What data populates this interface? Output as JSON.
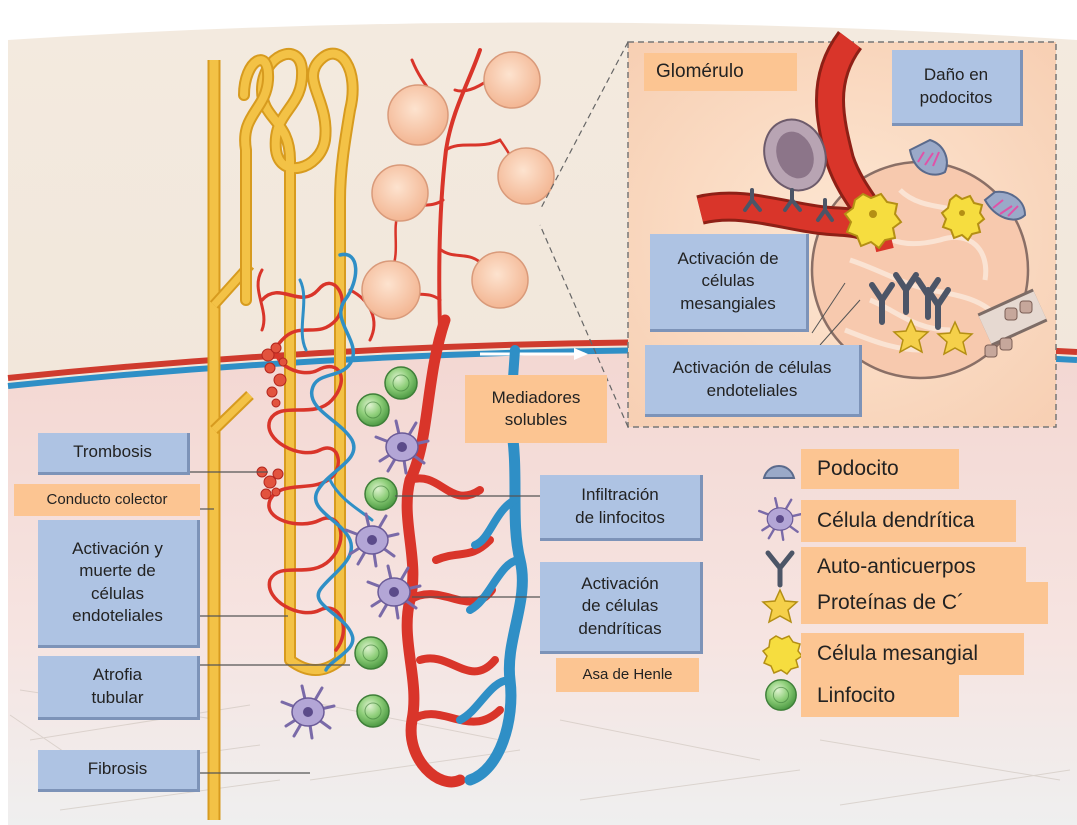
{
  "labels": {
    "glomerulo": "Glomérulo",
    "dano_podocitos": "Daño en\npodocitos",
    "activacion_mesangiales": "Activación de\ncélulas\nmesangiales",
    "activacion_endoteliales_top": "Activación de células\nendoteliales",
    "mediadores_solubles": "Mediadores\nsolubles",
    "trombosis": "Trombosis",
    "conducto_colector": "Conducto colector",
    "activacion_muerte_endoteliales": "Activación y\nmuerte de\ncélulas\nendoteliales",
    "atrofia_tubular": "Atrofia\ntubular",
    "fibrosis": "Fibrosis",
    "infiltracion_linfocitos": "Infiltración\nde linfocitos",
    "activacion_dendriticas": "Activación\nde células\ndendríticas",
    "asa_de_henle": "Asa de Henle"
  },
  "legend": [
    {
      "icon": "podocyte-icon",
      "label": "Podocito"
    },
    {
      "icon": "dendritic-cell-icon",
      "label": "Célula dendrítica"
    },
    {
      "icon": "antibody-icon",
      "label": "Auto-anticuerpos"
    },
    {
      "icon": "star-icon",
      "label": "Proteínas de C´"
    },
    {
      "icon": "mesangial-cell-icon",
      "label": "Célula mesangial"
    },
    {
      "icon": "lymphocyte-icon",
      "label": "Linfocito"
    }
  ],
  "colors": {
    "label_blue": "#aec3e3",
    "label_orange": "#fcc592",
    "tubule": "#f3c246",
    "artery": "#d9352a",
    "vein": "#2f8fc6",
    "glomerulus": "#f9c9a8",
    "lymphocyte": "#7cc36c",
    "dendritic": "#9a8cc4"
  }
}
